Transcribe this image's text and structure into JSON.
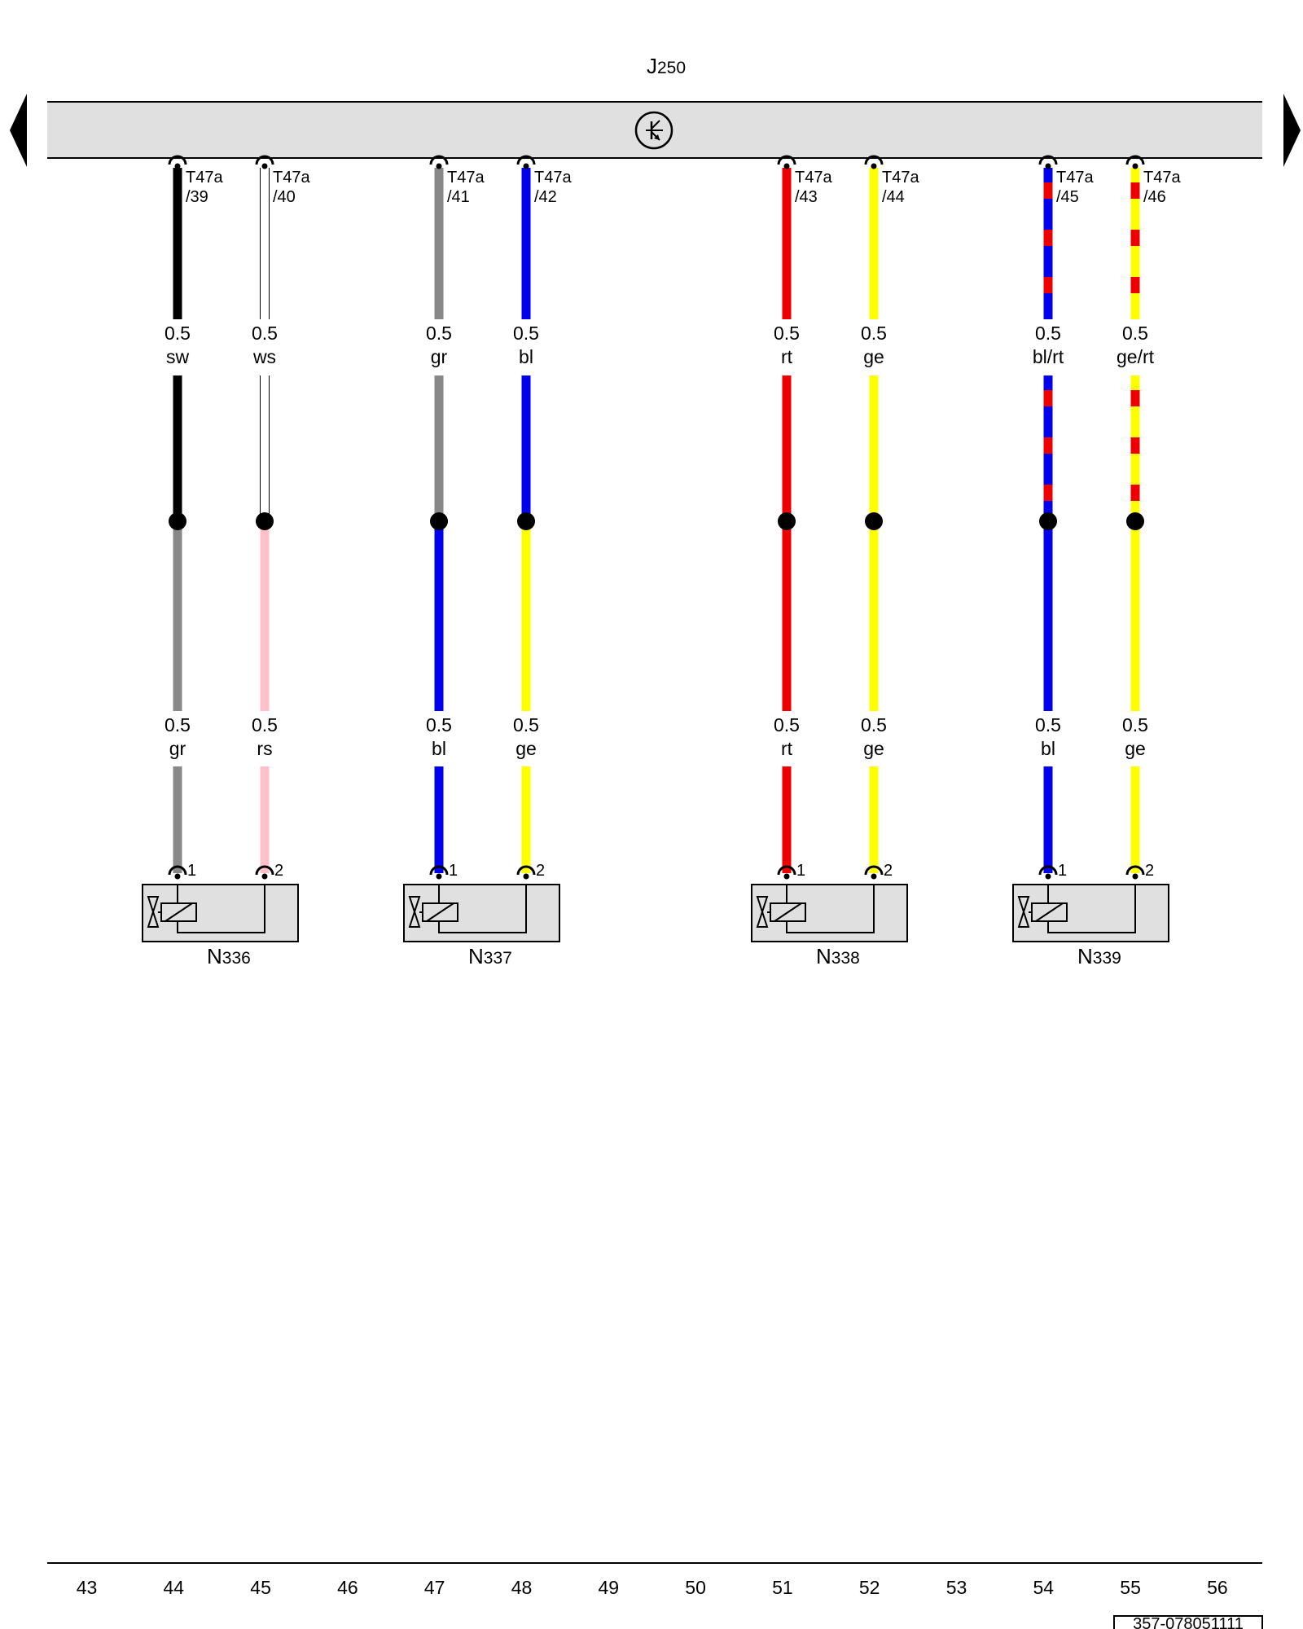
{
  "control_unit": {
    "label_prefix": "J",
    "label_number": "250",
    "symbol_icon": "electronic-control-icon"
  },
  "pins": [
    {
      "id": "39",
      "connector": "T47a",
      "pin": "/39",
      "upper": {
        "size": "0.5",
        "code": "sw",
        "colors": [
          "#000000"
        ]
      },
      "lower": {
        "size": "0.5",
        "code": "gr",
        "colors": [
          "#888888"
        ]
      }
    },
    {
      "id": "40",
      "connector": "T47a",
      "pin": "/40",
      "upper": {
        "size": "0.5",
        "code": "ws",
        "colors": [
          "#ffffff"
        ]
      },
      "lower": {
        "size": "0.5",
        "code": "rs",
        "colors": [
          "#ffc0cb"
        ]
      }
    },
    {
      "id": "41",
      "connector": "T47a",
      "pin": "/41",
      "upper": {
        "size": "0.5",
        "code": "gr",
        "colors": [
          "#888888"
        ]
      },
      "lower": {
        "size": "0.5",
        "code": "bl",
        "colors": [
          "#0000ee"
        ]
      }
    },
    {
      "id": "42",
      "connector": "T47a",
      "pin": "/42",
      "upper": {
        "size": "0.5",
        "code": "bl",
        "colors": [
          "#0000ee"
        ]
      },
      "lower": {
        "size": "0.5",
        "code": "ge",
        "colors": [
          "#ffff00"
        ]
      }
    },
    {
      "id": "43",
      "connector": "T47a",
      "pin": "/43",
      "upper": {
        "size": "0.5",
        "code": "rt",
        "colors": [
          "#ee0000"
        ]
      },
      "lower": {
        "size": "0.5",
        "code": "rt",
        "colors": [
          "#ee0000"
        ]
      }
    },
    {
      "id": "44",
      "connector": "T47a",
      "pin": "/44",
      "upper": {
        "size": "0.5",
        "code": "ge",
        "colors": [
          "#ffff00"
        ]
      },
      "lower": {
        "size": "0.5",
        "code": "ge",
        "colors": [
          "#ffff00"
        ]
      }
    },
    {
      "id": "45",
      "connector": "T47a",
      "pin": "/45",
      "upper": {
        "size": "0.5",
        "code": "bl/rt",
        "colors": [
          "#0000ee",
          "#ee0000"
        ]
      },
      "lower": {
        "size": "0.5",
        "code": "bl",
        "colors": [
          "#0000ee"
        ]
      }
    },
    {
      "id": "46",
      "connector": "T47a",
      "pin": "/46",
      "upper": {
        "size": "0.5",
        "code": "ge/rt",
        "colors": [
          "#ffff00",
          "#ee0000"
        ]
      },
      "lower": {
        "size": "0.5",
        "code": "ge",
        "colors": [
          "#ffff00"
        ]
      }
    }
  ],
  "valves": [
    {
      "prefix": "N",
      "number": "336",
      "pin1": "1",
      "pin2": "2",
      "symbol_icon": "solenoid-valve-icon"
    },
    {
      "prefix": "N",
      "number": "337",
      "pin1": "1",
      "pin2": "2",
      "symbol_icon": "solenoid-valve-icon"
    },
    {
      "prefix": "N",
      "number": "338",
      "pin1": "1",
      "pin2": "2",
      "symbol_icon": "solenoid-valve-icon"
    },
    {
      "prefix": "N",
      "number": "339",
      "pin1": "1",
      "pin2": "2",
      "symbol_icon": "solenoid-valve-icon"
    }
  ],
  "grid_numbers": [
    "43",
    "44",
    "45",
    "46",
    "47",
    "48",
    "49",
    "50",
    "51",
    "52",
    "53",
    "54",
    "55",
    "56"
  ],
  "doc_number": "357-078051111",
  "nav": {
    "prev_icon": "arrow-left-icon",
    "next_icon": "arrow-right-icon"
  },
  "colors": {
    "component_fill": "#e0e0e0",
    "line": "#000000"
  }
}
